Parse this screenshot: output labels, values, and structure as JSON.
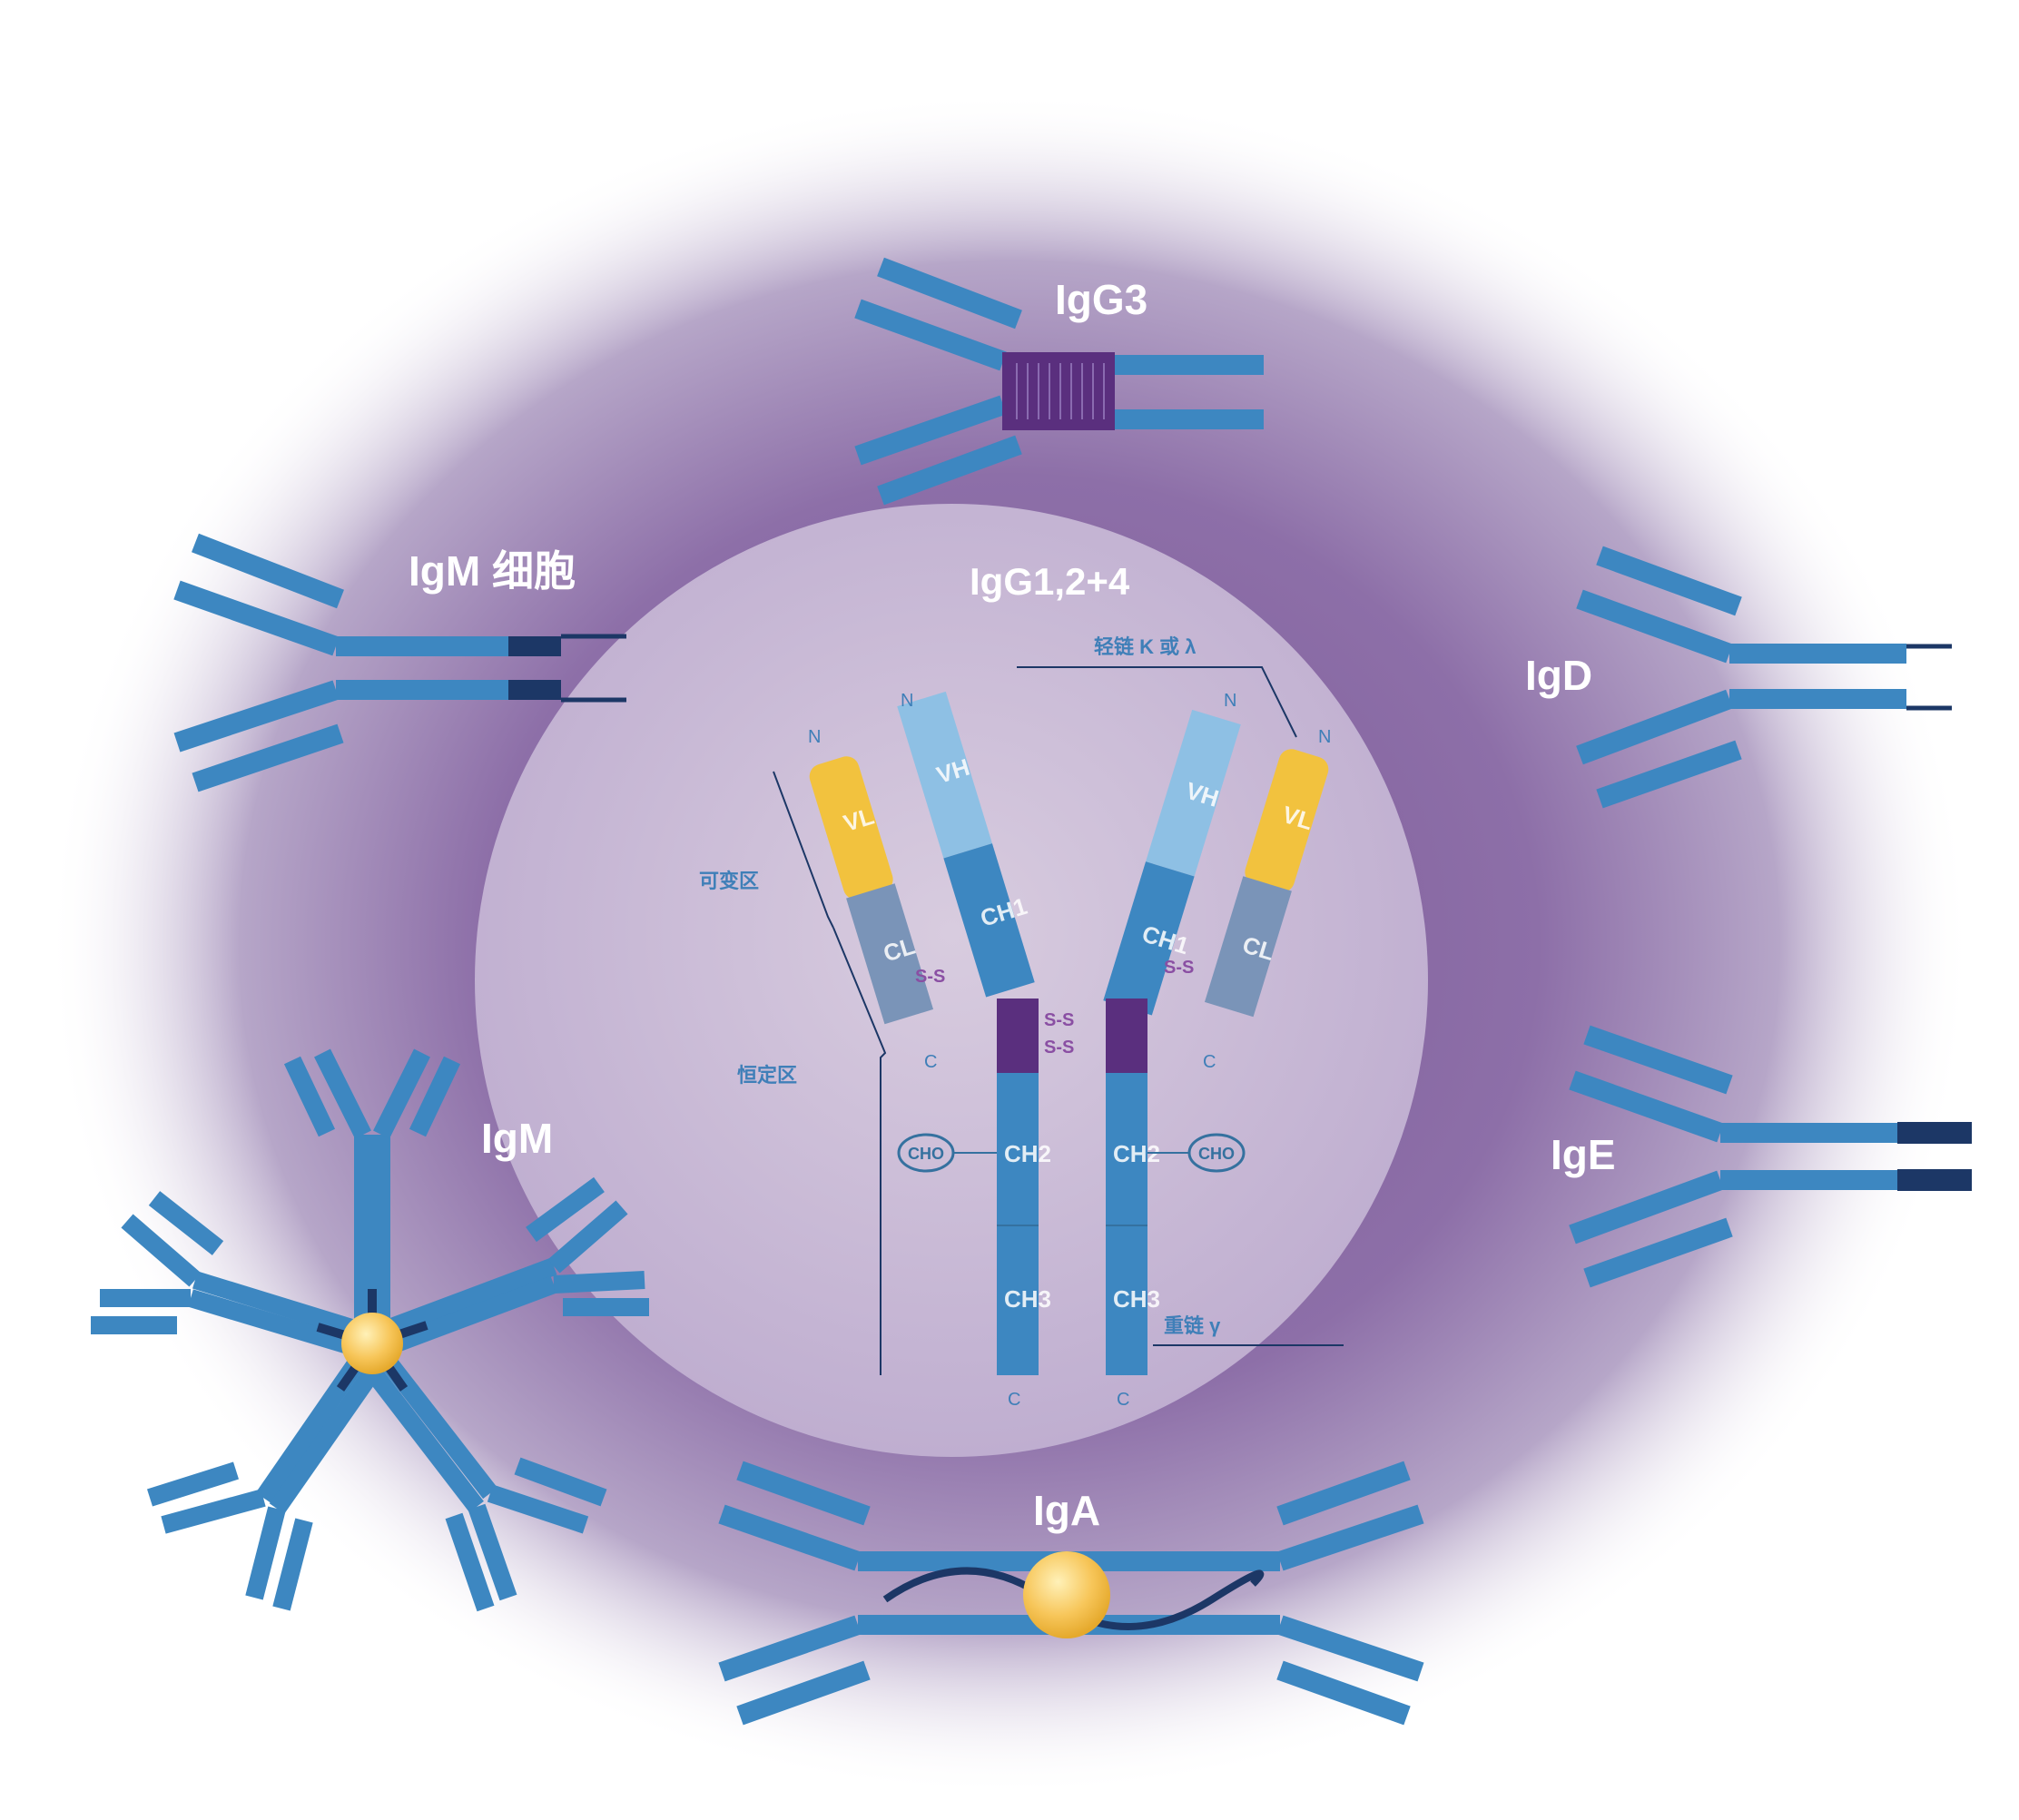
{
  "labels": {
    "igg3": "IgG3",
    "igm_cell": "IgM 细胞",
    "igg_center": "IgG1,2+4",
    "igd": "IgD",
    "igm": "IgM",
    "ige": "IgE",
    "iga": "IgA"
  },
  "center": {
    "light_chain_type": "轻链 K 或 λ",
    "variable_region": "可变区",
    "constant_region": "恒定区",
    "heavy_chain": "重链 γ",
    "n_terminal": "N",
    "c_terminal": "C",
    "cho": "CHO",
    "disulfide": "S-S",
    "vl": "VL",
    "cl": "CL",
    "vh": "VH",
    "ch1": "CH1",
    "ch2": "CH2",
    "ch3": "CH3"
  },
  "colors": {
    "chain_blue": "#3d87c1",
    "light_blue": "#8ec0e4",
    "yellow": "#f2c23e",
    "grey_blue": "#7a94b8",
    "hinge_purple": "#5a2f7e",
    "dark_navy": "#1c3766",
    "purple_background": "#8d6fa8",
    "inner_circle": "#cdbfd6",
    "j_chain_gold": "#f7c65a"
  }
}
